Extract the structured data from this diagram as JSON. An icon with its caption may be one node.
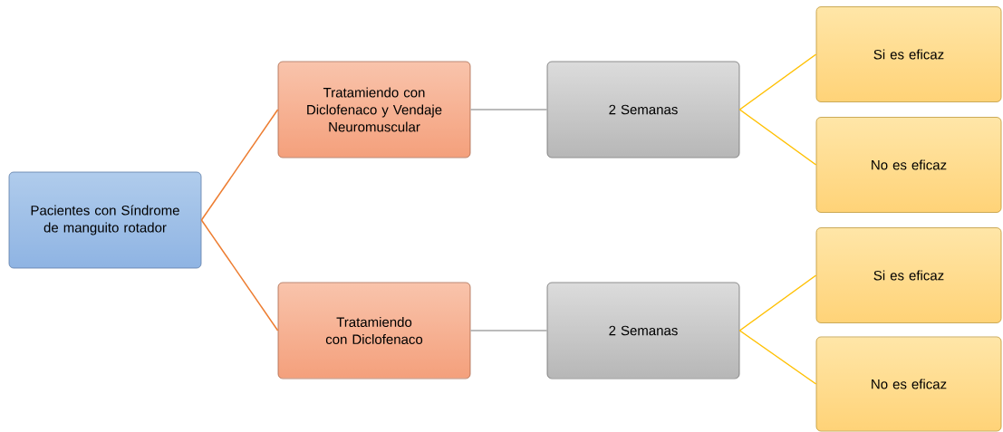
{
  "diagram": {
    "nodes": [
      {
        "text": [
          "Pacientes con Síndrome de manguito rotador"
        ]
      },
      {
        "text": [
          "Tratamiendo con Diclofenaco y Vendaje Neuromuscular"
        ]
      },
      {
        "text": [
          "2 Semanas"
        ]
      },
      {
        "text": [
          "Si es eficaz"
        ]
      },
      {
        "text": [
          "No es eficaz"
        ]
      },
      {
        "text": [
          "Tratamiendo con Diclofenaco"
        ]
      },
      {
        "text": [
          "2 Semanas"
        ]
      },
      {
        "text": [
          "Si es eficaz"
        ]
      },
      {
        "text": [
          "No es eficaz"
        ]
      }
    ],
    "edges": [
      {
        "from": 0,
        "to": 1,
        "arrow": "none",
        "color": "#ed7d31"
      },
      {
        "from": 0,
        "to": 5,
        "arrow": "none",
        "color": "#ed7d31"
      },
      {
        "from": 1,
        "to": 2,
        "arrow": "none",
        "color": "#a5a5a5"
      },
      {
        "from": 5,
        "to": 6,
        "arrow": "none",
        "color": "#a5a5a5"
      },
      {
        "from": 2,
        "to": 3,
        "arrow": "none"
      },
      {
        "from": 2,
        "to": 4,
        "arrow": "none"
      },
      {
        "from": 6,
        "to": 7,
        "arrow": "none"
      },
      {
        "from": 6,
        "to": 8,
        "arrow": "none"
      }
    ]
  }
}
